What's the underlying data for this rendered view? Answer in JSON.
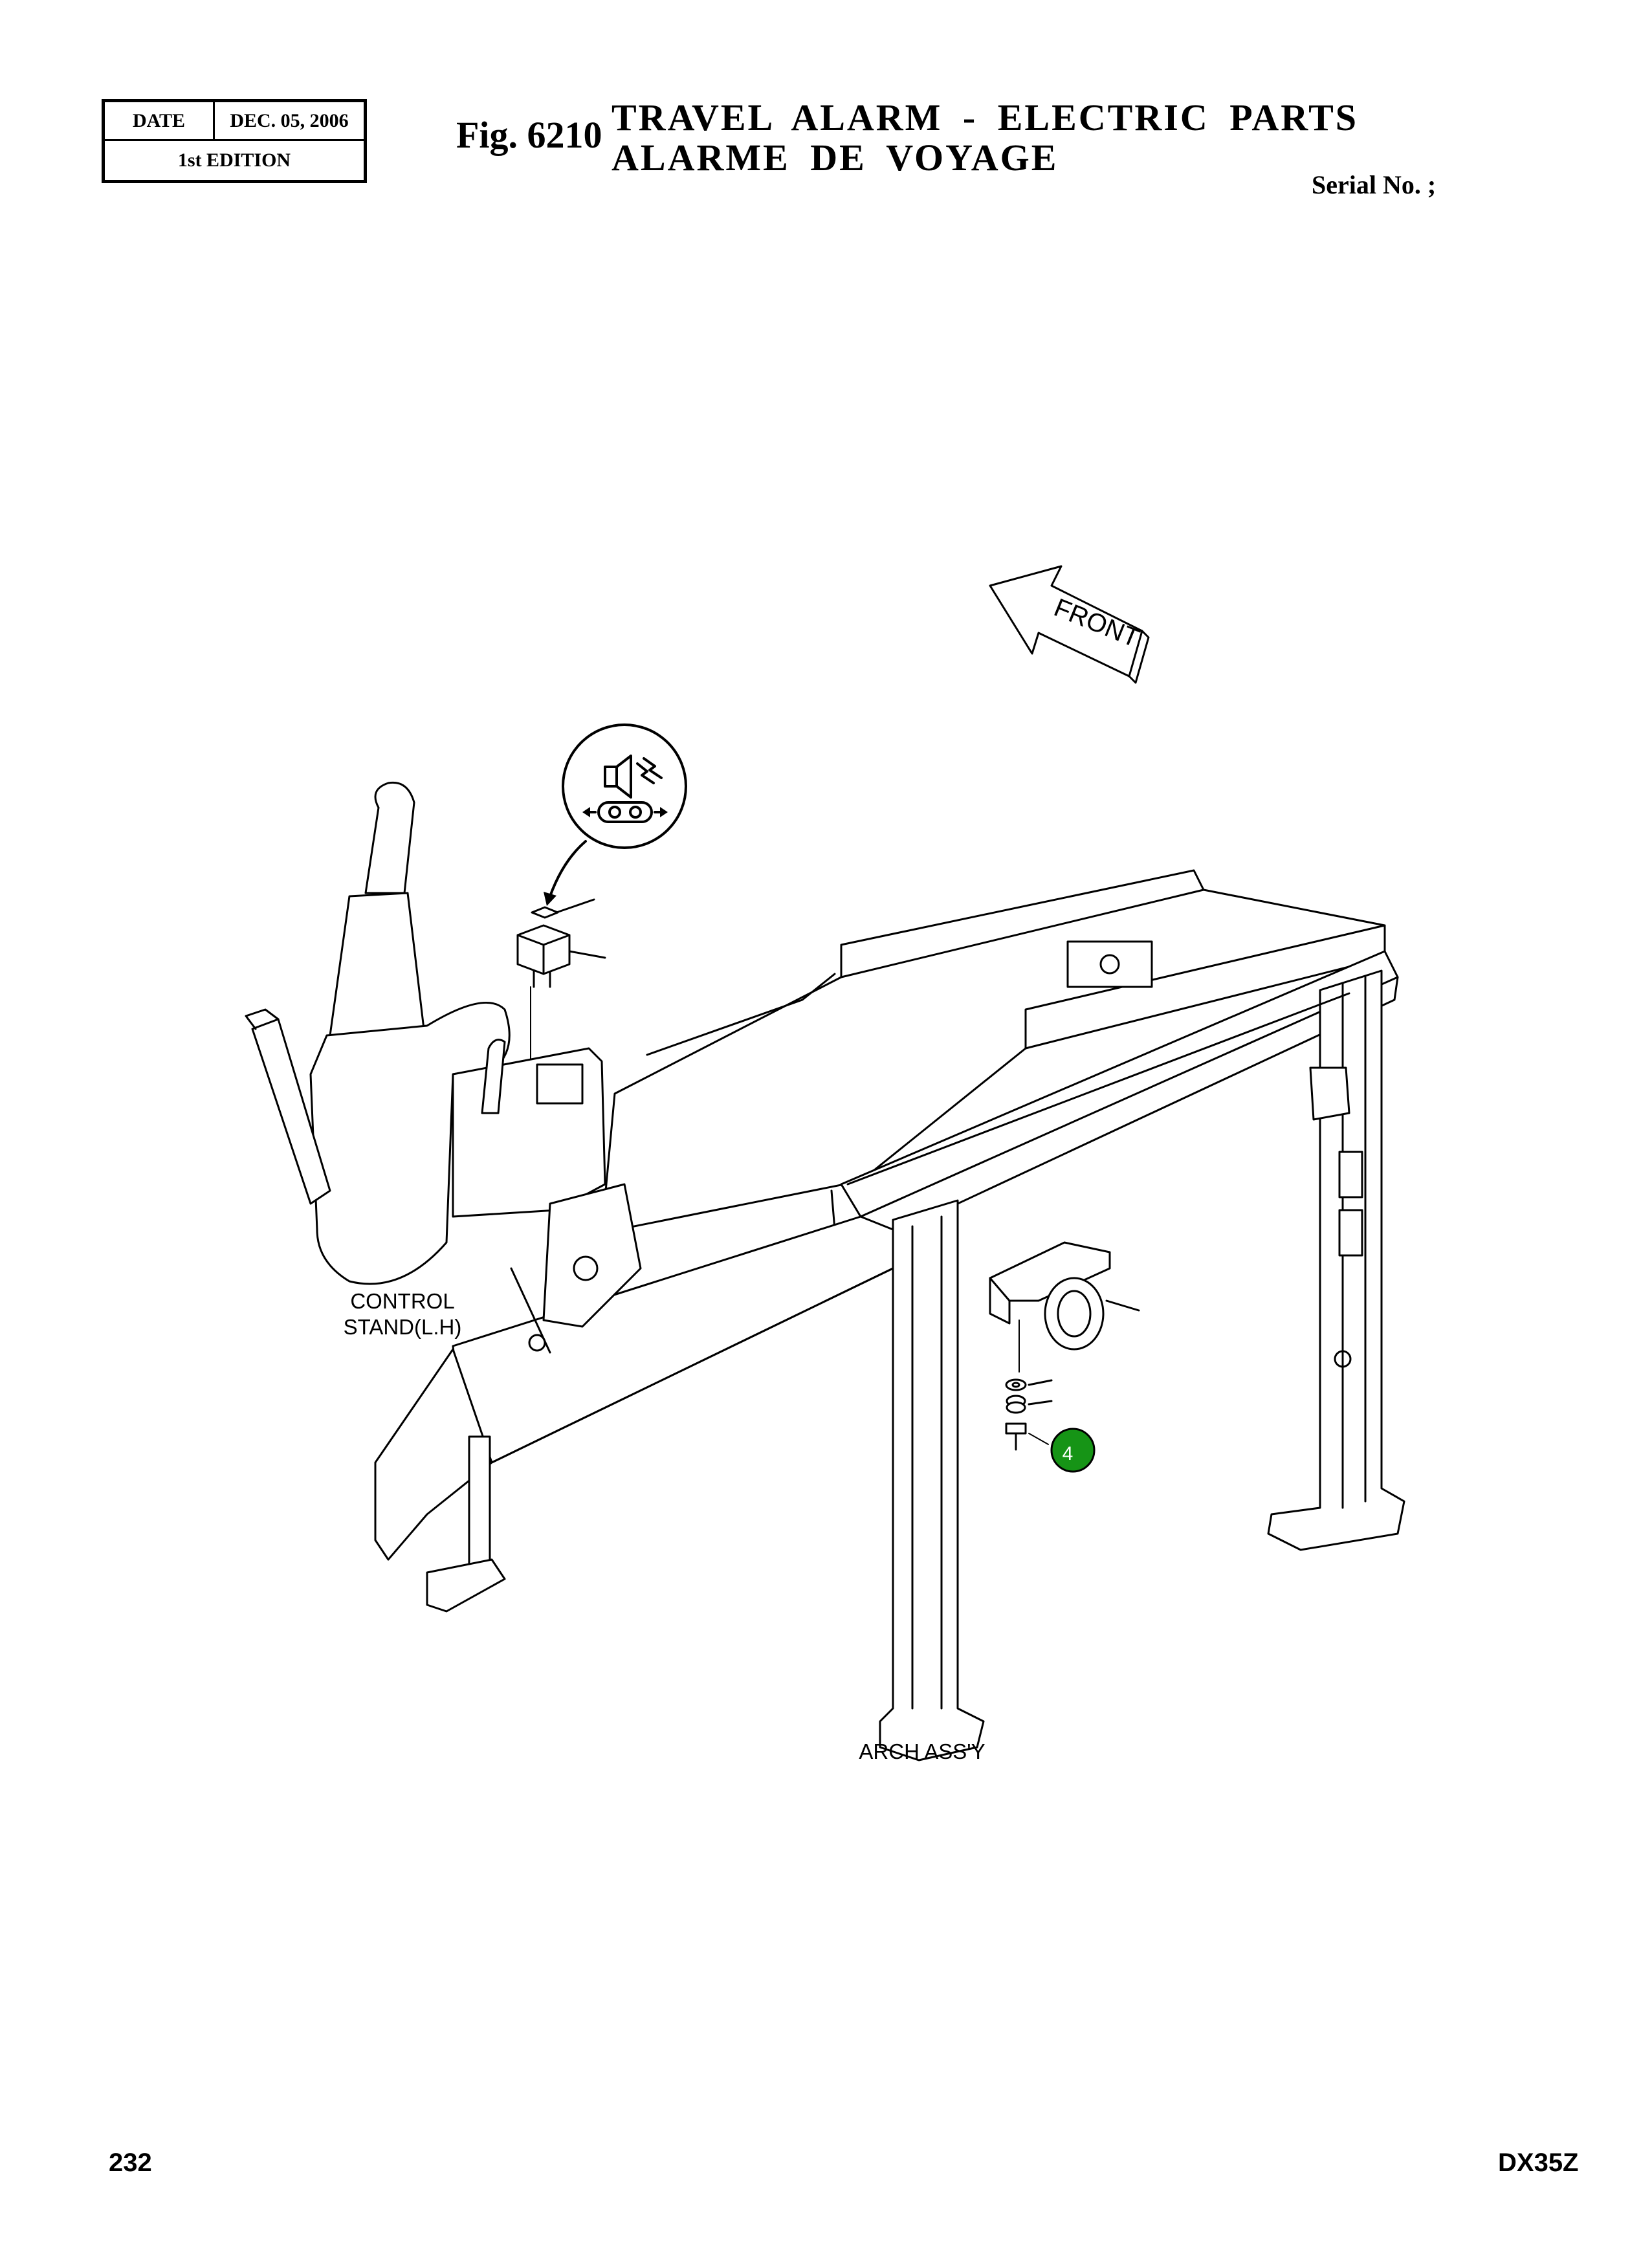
{
  "header": {
    "date_label": "DATE",
    "date_value": "DEC. 05, 2006",
    "edition": "1st EDITION",
    "fig_number": "Fig. 6210",
    "title_en": "TRAVEL ALARM - ELECTRIC PARTS",
    "title_fr": "ALARME DE VOYAGE",
    "serial": "Serial No. ;"
  },
  "drawing": {
    "front_arrow_label": "FRONT",
    "control_stand_label_line1": "CONTROL",
    "control_stand_label_line2": "STAND(L.H)",
    "arch_label": "ARCH ASS'Y",
    "callout_number": "4",
    "callout_color": "#169416"
  },
  "footer": {
    "page_number": "232",
    "model": "DX35Z"
  }
}
